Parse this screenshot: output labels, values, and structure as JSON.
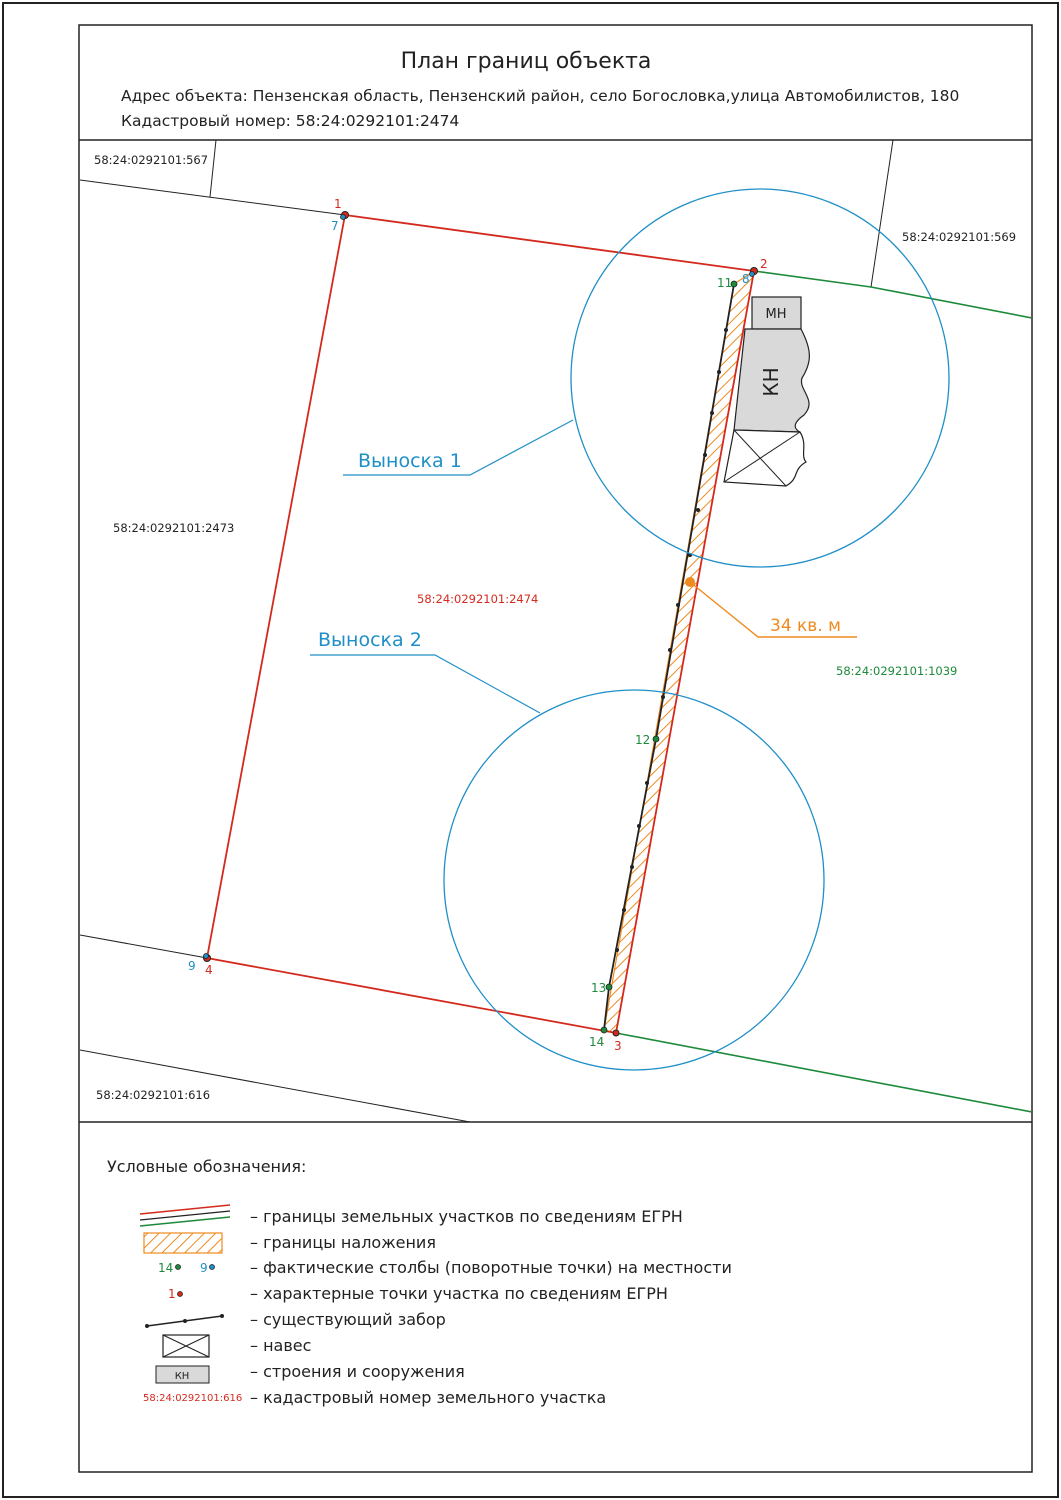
{
  "header": {
    "title": "План границ объекта",
    "address": "Адрес объекта: Пензенская область, Пензенский район, село Богословка,улица Автомобилистов, 180",
    "cadastral": "Кадастровый номер: 58:24:0292101:2474"
  },
  "parcels": {
    "p567": "58:24:0292101:567",
    "p569": "58:24:0292101:569",
    "p2473": "58:24:0292101:2473",
    "p2474": "58:24:0292101:2474",
    "p1039": "58:24:0292101:1039",
    "p616": "58:24:0292101:616"
  },
  "points": {
    "p1": "1",
    "p7": "7",
    "p2": "2",
    "p8": "8",
    "p11": "11",
    "p12": "12",
    "p13": "13",
    "p14": "14",
    "p3": "3",
    "p9": "9",
    "p4": "4"
  },
  "callouts": {
    "c1": "Выноска 1",
    "c2": "Выноска 2",
    "area": "34 кв. м"
  },
  "buildings": {
    "mn": "МН",
    "kn": "КН"
  },
  "legend": {
    "title": "Условные обозначения:",
    "items": [
      "– границы земельных участков по сведениям ЕГРН",
      "– границы наложения",
      "– фактические столбы (поворотные точки) на местности",
      "– характерные точки участка по сведениям ЕГРН",
      "– существующий забор",
      "– навес",
      "– строения и сооружения",
      "– кадастровый номер земельного участка"
    ],
    "sample_green": "14",
    "sample_blue": "9",
    "sample_red": "1",
    "sample_building": "КН",
    "sample_cadastral": "58:24:0292101:616"
  },
  "colors": {
    "red": "#d42a1e",
    "green": "#1d8a3a",
    "blue": "#1f8fc7",
    "orange": "#ef8a1f",
    "black": "#222222"
  }
}
